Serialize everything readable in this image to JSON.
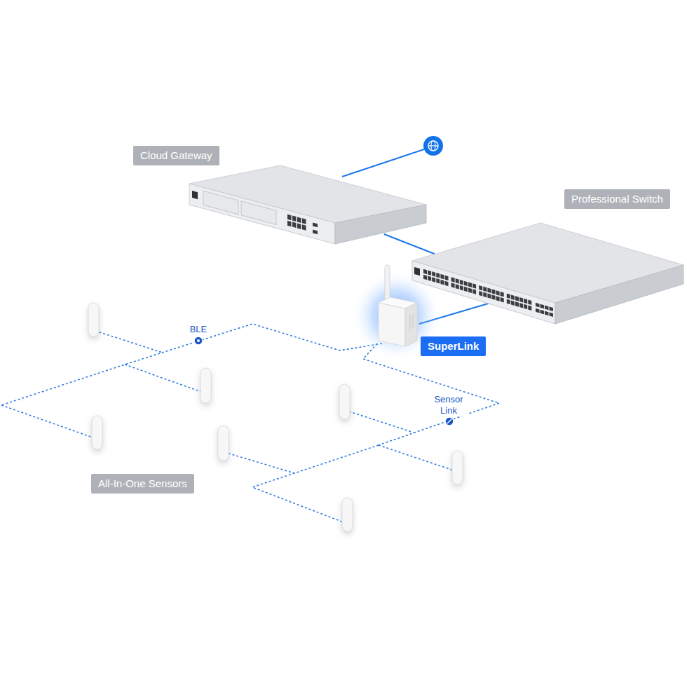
{
  "diagram": {
    "nodes": [
      {
        "text": [
          "Cloud Gateway"
        ]
      },
      {
        "text": [
          "Professional Switch"
        ]
      },
      {
        "text": [
          "SuperLink"
        ]
      },
      {
        "text": [
          "All-In-One Sensors"
        ]
      }
    ],
    "edges": [
      {
        "from": 0,
        "to": 1,
        "arrow": "none"
      },
      {
        "from": 1,
        "to": 2,
        "arrow": "none"
      },
      {
        "from": 2,
        "to": 3,
        "label": "BLE",
        "arrow": "none"
      },
      {
        "from": 2,
        "to": 3,
        "label": "Sensor Link",
        "arrow": "none"
      }
    ]
  }
}
